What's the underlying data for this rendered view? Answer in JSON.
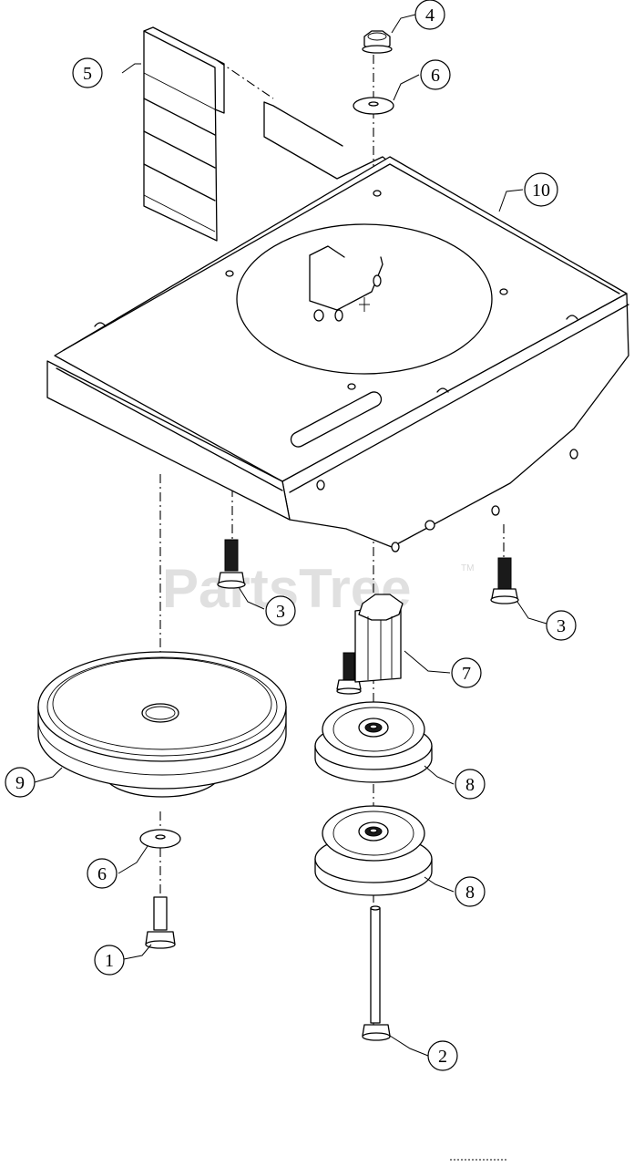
{
  "watermark": {
    "text": "PartsTree",
    "trademark": "TM"
  },
  "callouts": [
    {
      "id": "c1",
      "label": "1"
    },
    {
      "id": "c2",
      "label": "2"
    },
    {
      "id": "c3a",
      "label": "3"
    },
    {
      "id": "c3b",
      "label": "3"
    },
    {
      "id": "c4",
      "label": "4"
    },
    {
      "id": "c5",
      "label": "5"
    },
    {
      "id": "c6a",
      "label": "6"
    },
    {
      "id": "c6b",
      "label": "6"
    },
    {
      "id": "c7",
      "label": "7"
    },
    {
      "id": "c8a",
      "label": "8"
    },
    {
      "id": "c8b",
      "label": "8"
    },
    {
      "id": "c9",
      "label": "9"
    },
    {
      "id": "c10",
      "label": "10"
    }
  ]
}
